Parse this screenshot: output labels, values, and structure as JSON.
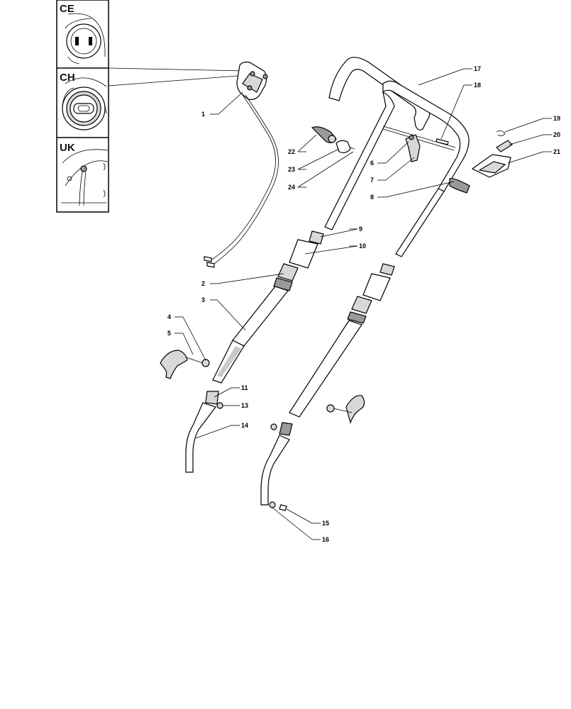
{
  "insets": [
    {
      "label": "CE"
    },
    {
      "label": "CH"
    },
    {
      "label": "UK"
    }
  ],
  "callouts": [
    "1",
    "2",
    "3",
    "4",
    "5",
    "6",
    "7",
    "8",
    "9",
    "10",
    "11",
    "13",
    "14",
    "15",
    "16",
    "17",
    "18",
    "19",
    "20",
    "21",
    "22",
    "23",
    "24"
  ]
}
